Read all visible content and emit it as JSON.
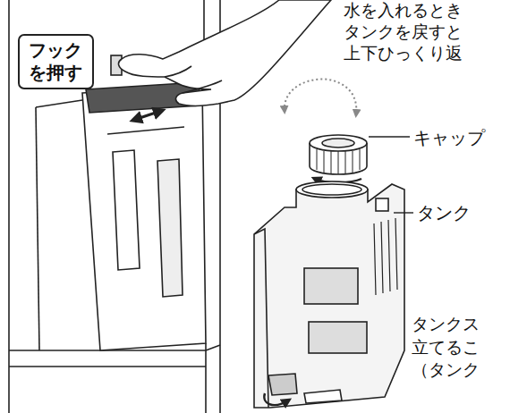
{
  "diagram": {
    "nodes": [
      {
        "text": [
          "フック を押す"
        ]
      }
    ],
    "labels": [
      "水を入れるとき タンクを戻すと 上下ひっくり返",
      "キャップ",
      "タンク",
      "タンクス 立てるこ （タンク"
    ]
  }
}
